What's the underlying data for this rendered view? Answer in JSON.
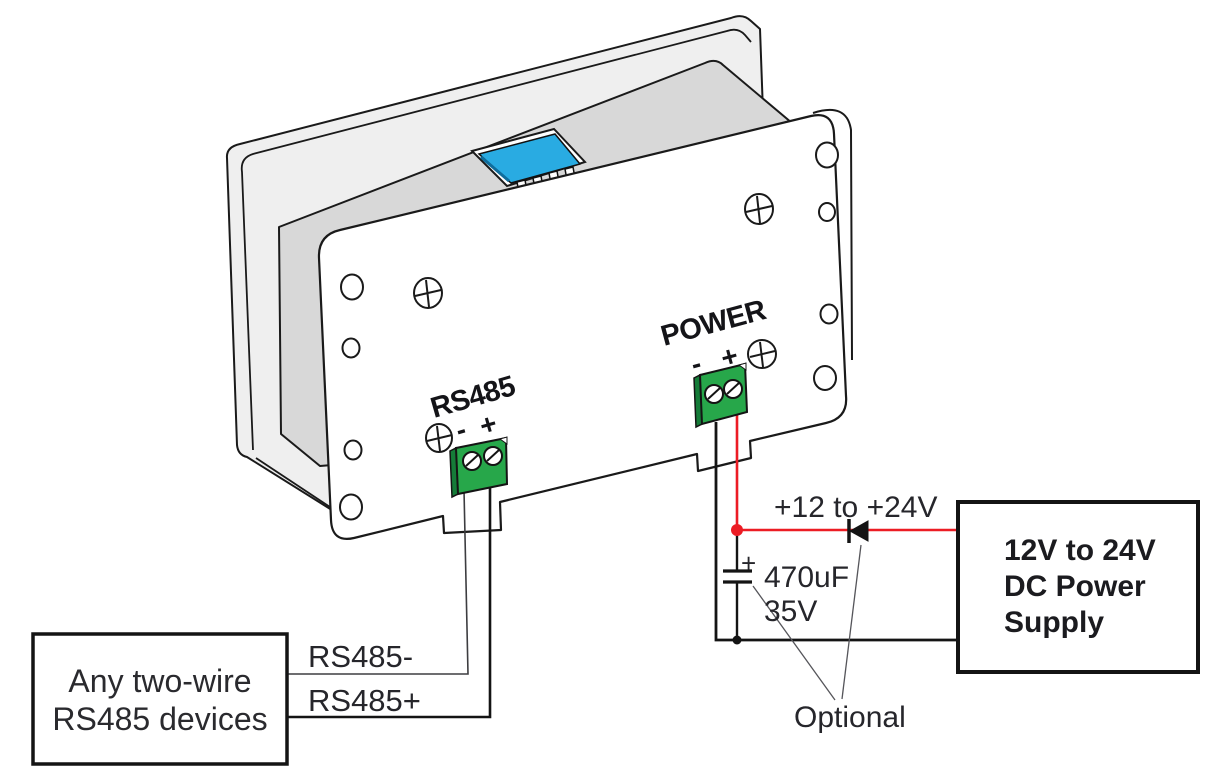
{
  "device": {
    "rs485_port": {
      "label": "RS485",
      "minus": "-",
      "plus": "+"
    },
    "power_port": {
      "label": "POWER",
      "minus": "-",
      "plus": "+"
    }
  },
  "rs485_bus": {
    "box": {
      "line1": "Any two-wire",
      "line2": "RS485 devices"
    },
    "minus_wire_label": "RS485-",
    "plus_wire_label": "RS485+"
  },
  "power_circuit": {
    "voltage_label": "+12 to +24V",
    "capacitor_plus": "+",
    "capacitor_value": "470uF",
    "capacitor_rating": "35V",
    "optional_label": "Optional",
    "supply_box": {
      "line1": "12V to 24V",
      "line2": "DC Power",
      "line3": "Supply"
    }
  },
  "colors": {
    "wire_red": "#ec1c24",
    "terminal_green": "#27a74a",
    "connector_blue": "#29abe2"
  }
}
